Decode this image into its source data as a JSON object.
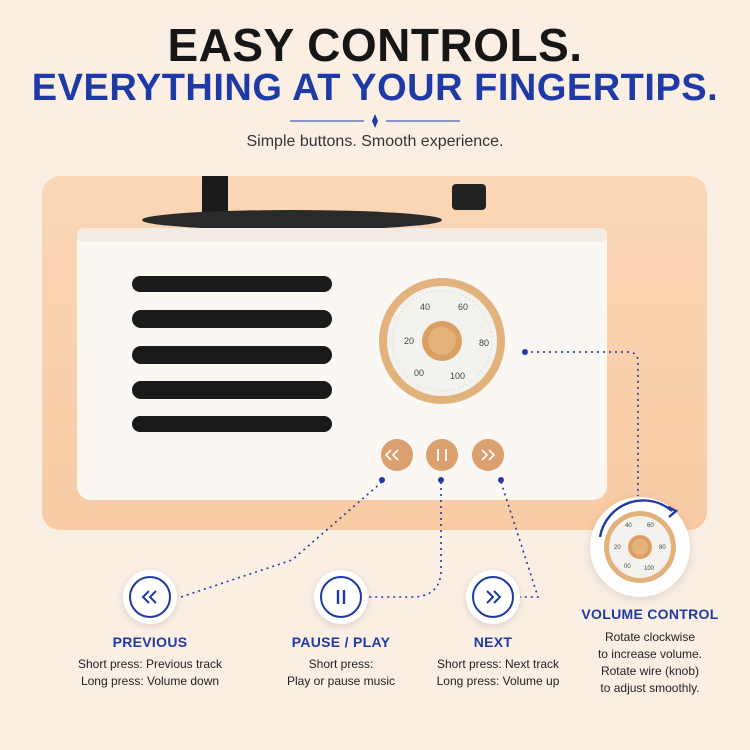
{
  "header": {
    "title": "EASY CONTROLS.",
    "subtitle_accent": "EVERYTHING AT YOUR FINGERTIPS.",
    "tagline": "Simple buttons. Smooth experience."
  },
  "dial": {
    "ticks": [
      "20",
      "40",
      "60",
      "80",
      "100",
      "00"
    ]
  },
  "controls": [
    {
      "title": "PREVIOUS",
      "icon": "rewind-icon",
      "desc_line1": "Short press: Previous track",
      "desc_line2": "Long press: Volume down"
    },
    {
      "title": "PAUSE / PLAY",
      "icon": "pause-icon",
      "desc_line1": "Short press:",
      "desc_line2": "Play or pause music"
    },
    {
      "title": "NEXT",
      "icon": "fast-forward-icon",
      "desc_line1": "Short press: Next track",
      "desc_line2": "Long press: Volume up"
    }
  ],
  "volume": {
    "title": "VOLUME CONTROL",
    "desc_line1": "Rotate clockwise",
    "desc_line2": "to increase volume.",
    "desc_line3": "Rotate wire (knob)",
    "desc_line4": "to adjust smoothly."
  },
  "colors": {
    "accent": "#1e3aa6",
    "background": "#fbefe4",
    "photo_bg": "#f8cba4",
    "gold": "#d7a06a"
  }
}
